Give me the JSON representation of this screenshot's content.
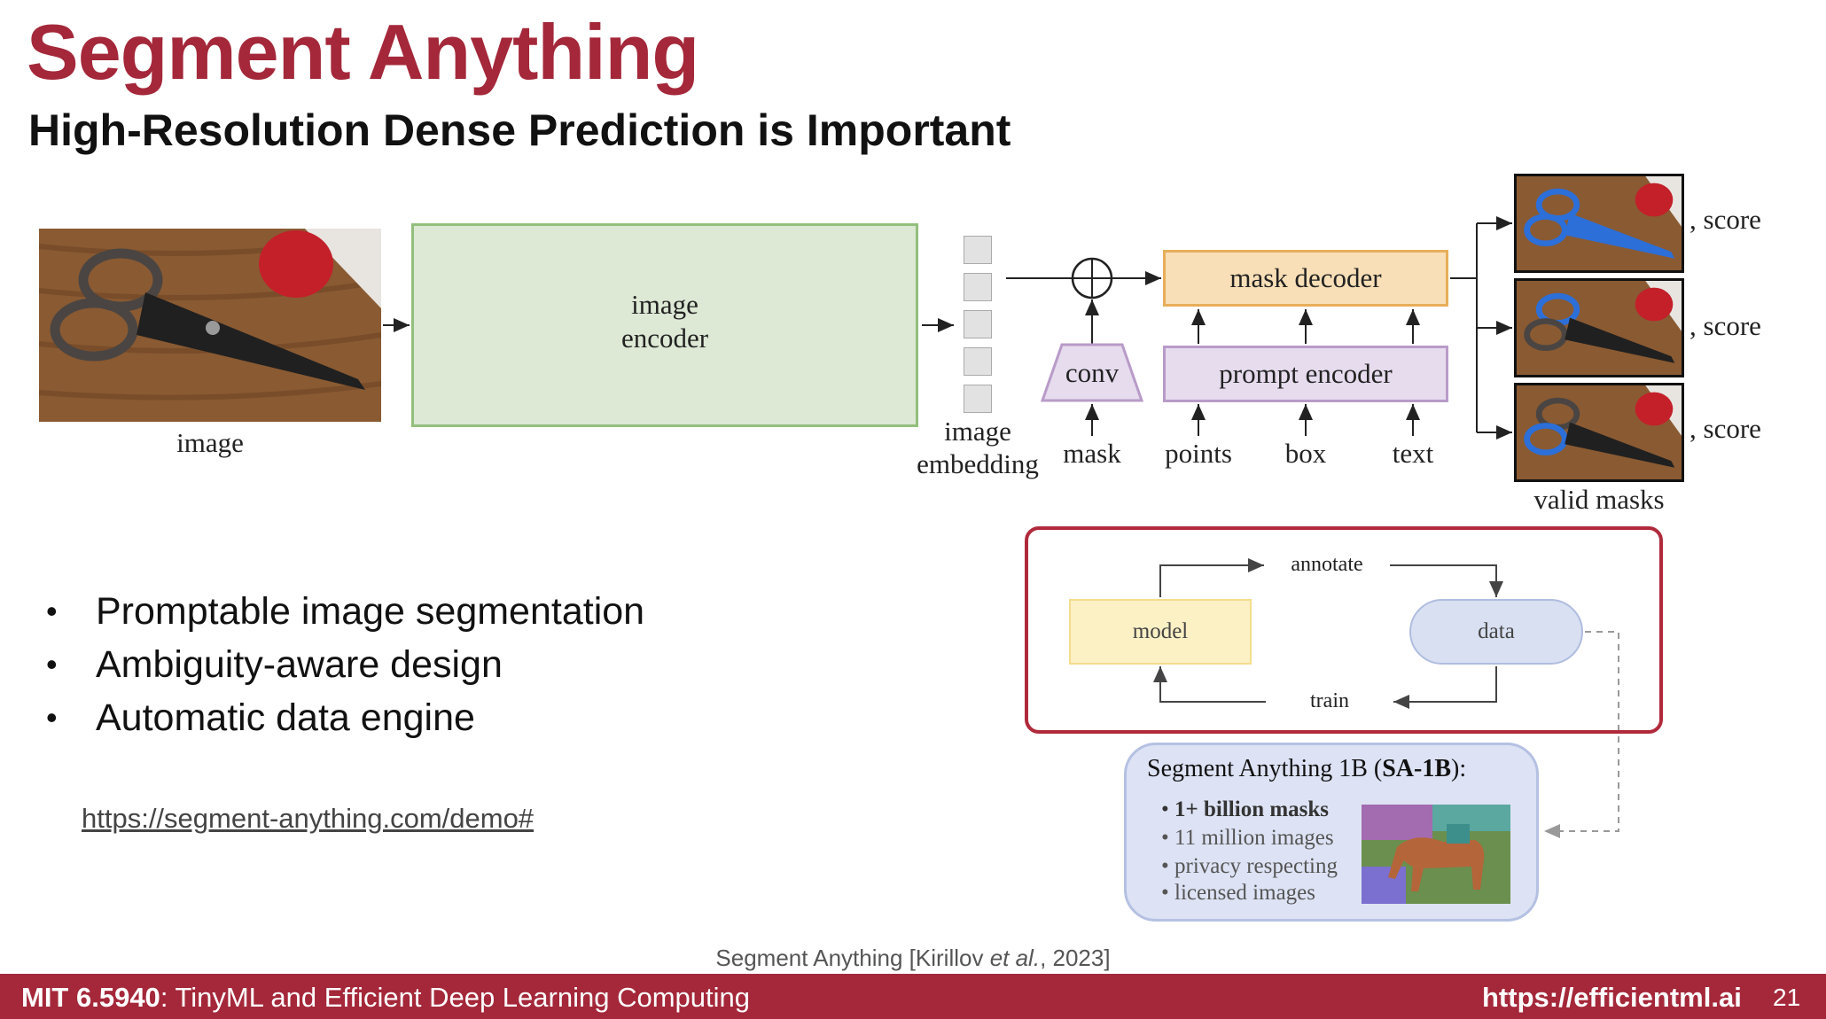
{
  "slide": {
    "title": "Segment Anything",
    "subtitle": "High-Resolution Dense Prediction is Important"
  },
  "diagram": {
    "image_label": "image",
    "encoder_line1": "image",
    "encoder_line2": "encoder",
    "embedding_line1": "image",
    "embedding_line2": "embedding",
    "conv": "conv",
    "mask_decoder": "mask decoder",
    "prompt_encoder": "prompt encoder",
    "inputs": [
      "mask",
      "points",
      "box",
      "text"
    ],
    "output_score": ", score",
    "valid_masks": "valid masks",
    "colors": {
      "encoder": "#dde8d5",
      "decoder": "#f8dfb7",
      "prompt": "#e6dcee",
      "accent": "#a4283a"
    }
  },
  "data_engine": {
    "annotate": "annotate",
    "model": "model",
    "data": "data",
    "train": "train"
  },
  "dataset": {
    "title_prefix": "Segment Anything 1B (",
    "title_bold": "SA-1B",
    "title_suffix": "):",
    "items": [
      "1+ billion masks",
      "11 million images",
      "privacy respecting",
      "licensed images"
    ]
  },
  "bullets": [
    "Promptable image segmentation",
    "Ambiguity-aware design",
    "Automatic data engine"
  ],
  "link": "https://segment-anything.com/demo#",
  "citation": {
    "before": "Segment Anything [Kirillov ",
    "italic": "et al.",
    "after": ", 2023]"
  },
  "footer": {
    "course_code": "MIT 6.5940",
    "course_name": ": TinyML and Efficient Deep Learning Computing",
    "url": "https://efficientml.ai",
    "page": "21"
  }
}
